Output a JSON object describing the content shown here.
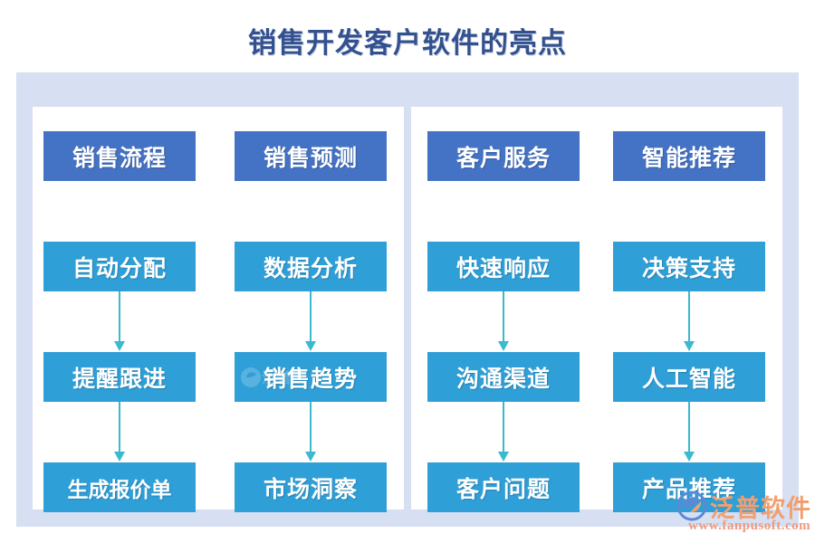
{
  "page": {
    "title": "销售开发客户软件的亮点",
    "title_color": "#33518f",
    "frame_color": "#d7dff2",
    "panel_color": "#ffffff",
    "head_box_color": "#4472c4",
    "body_box_color": "#2f9fd7",
    "arrow_color": "#3ab9cf"
  },
  "columns": [
    {
      "id": "column-1",
      "header": "销售流程",
      "steps": [
        "自动分配",
        "提醒跟进",
        "生成报价单"
      ]
    },
    {
      "id": "column-2",
      "header": "销售预测",
      "steps": [
        "数据分析",
        "销售趋势",
        "市场洞察"
      ]
    },
    {
      "id": "column-3",
      "header": "客户服务",
      "steps": [
        "快速响应",
        "沟通渠道",
        "客户问题"
      ]
    },
    {
      "id": "column-4",
      "header": "智能推荐",
      "steps": [
        "决策支持",
        "人工智能",
        "产品推荐"
      ]
    }
  ],
  "logo": {
    "name": "泛普软件",
    "url": "www.fanpusoft.com",
    "name_color": "#f0a070",
    "url_color": "#ef9a7c"
  }
}
